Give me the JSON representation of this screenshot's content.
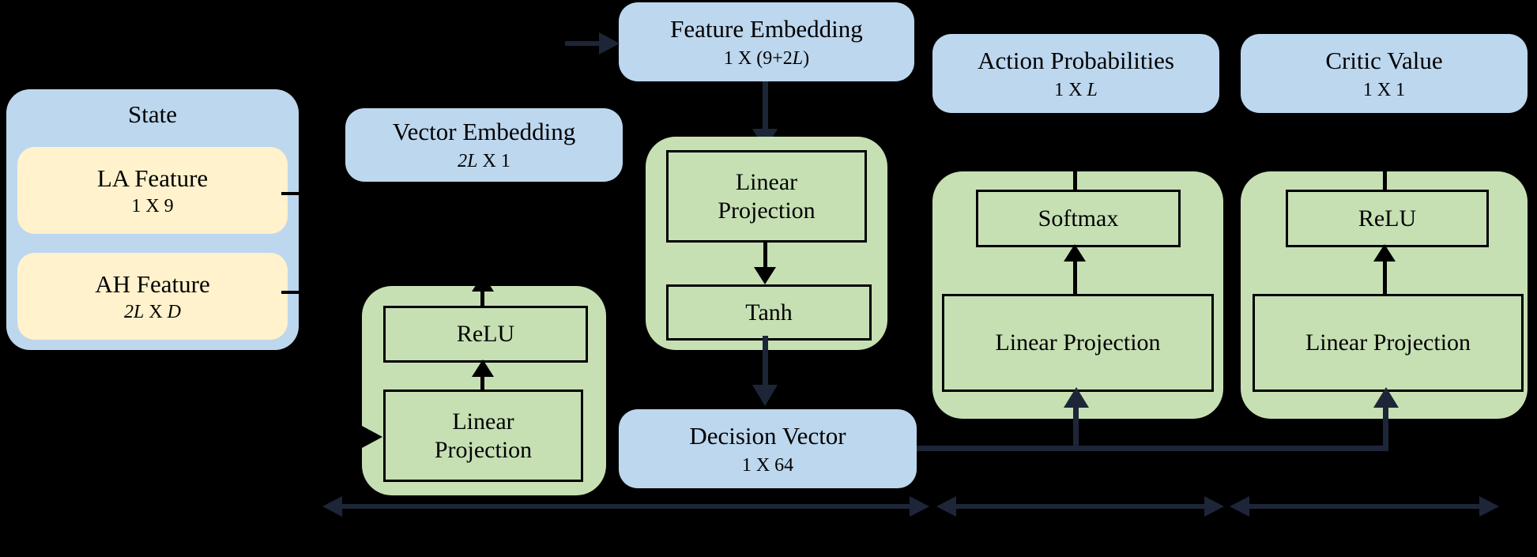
{
  "colors": {
    "blue": "#BDD7EE",
    "yellow": "#FFF2CC",
    "green": "#C6E0B4",
    "arrow_navy": "#1D2638",
    "black": "#000000"
  },
  "state": {
    "title": "State",
    "la": {
      "title": "LA Feature",
      "dim": "1 X 9"
    },
    "ah": {
      "title": "AH Feature",
      "dim_i1": "2L",
      "dim_r1": " X ",
      "dim_i2": "D"
    }
  },
  "vector_embedding": {
    "title": "Vector Embedding",
    "dim_i1": "2L",
    "dim_r1": " X 1"
  },
  "feature_embedding": {
    "title": "Feature Embedding",
    "dim_r1": "1 X (9+2",
    "dim_i1": "L",
    "dim_r2": ")"
  },
  "encoder": {
    "linear_projection": "Linear Projection",
    "tanh": "Tanh"
  },
  "embedder": {
    "relu": "ReLU",
    "linear_projection": "Linear Projection"
  },
  "decision_vector": {
    "title": "Decision Vector",
    "dim": "1 X 64"
  },
  "action_probabilities": {
    "title": "Action Probabilities",
    "dim_r1": "1 X ",
    "dim_i1": "L"
  },
  "critic_value": {
    "title": "Critic Value",
    "dim": "1 X 1"
  },
  "actor": {
    "softmax": "Softmax",
    "linear_projection": "Linear Projection"
  },
  "critic": {
    "relu": "ReLU",
    "linear_projection": "Linear Projection"
  }
}
